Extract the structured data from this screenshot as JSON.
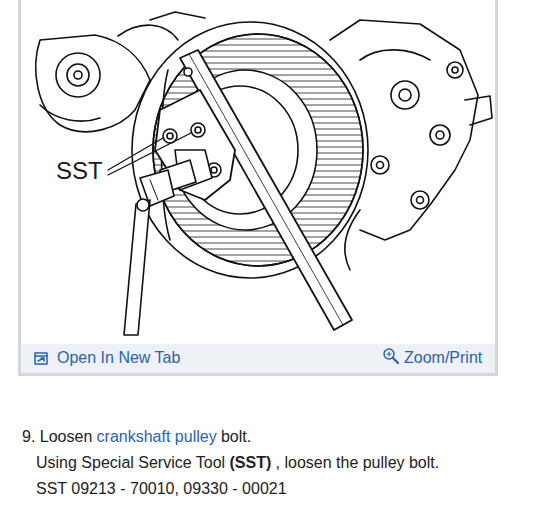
{
  "diagram": {
    "labels": [
      "SST",
      "Open In New Tab",
      "Zoom/Print",
      "9. Loosen",
      "crankshaft pulley",
      "bolt.",
      "Using Special Service Tool",
      "(SST)",
      ", loosen the pulley bolt.",
      "SST 09213 - 70010, 09330 - 00021"
    ]
  }
}
